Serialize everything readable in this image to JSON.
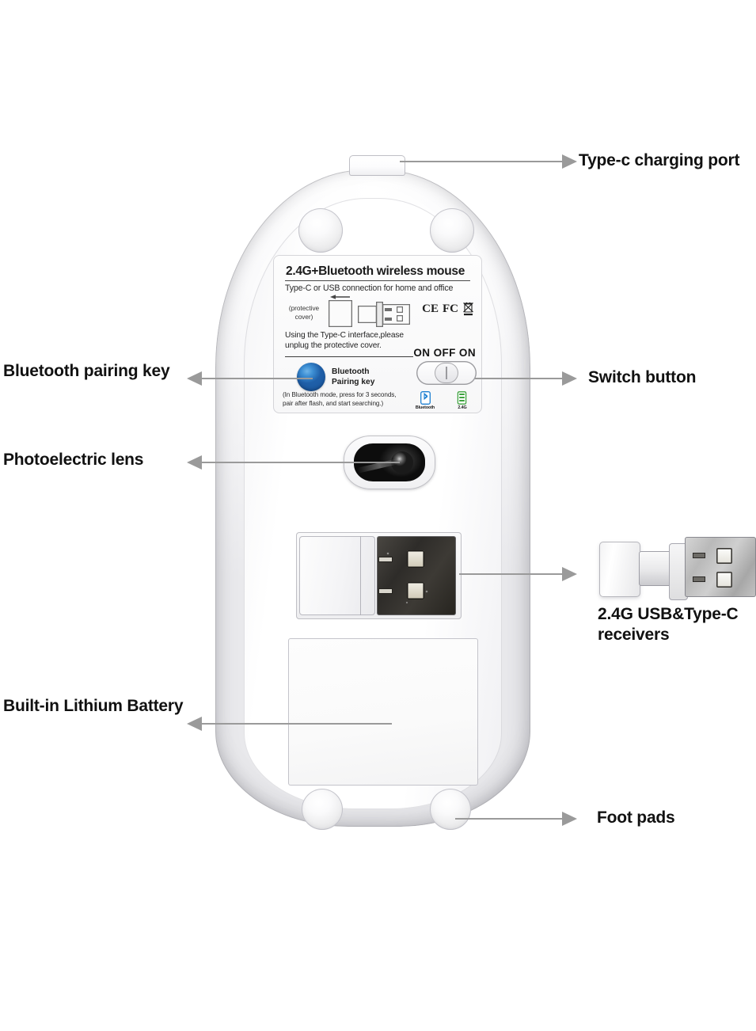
{
  "diagram": {
    "title": "2.4G+Bluetooth wireless mouse annotated underside diagram",
    "callouts": [
      {
        "id": "typec-charging-port",
        "label": "Type-c charging port",
        "side": "right"
      },
      {
        "id": "switch-button",
        "label": "Switch button",
        "side": "right"
      },
      {
        "id": "receivers",
        "label": "2.4G USB&Type-C receivers",
        "line1": "2.4G USB&Type-C",
        "line2": "receivers",
        "side": "right"
      },
      {
        "id": "foot-pads",
        "label": "Foot pads",
        "side": "right"
      },
      {
        "id": "bluetooth-pairing-key",
        "label": "Bluetooth pairing key",
        "side": "left"
      },
      {
        "id": "photoelectric-lens",
        "label": "Photoelectric lens",
        "side": "left"
      },
      {
        "id": "built-in-lithium-battery",
        "label": "Built-in Lithium Battery",
        "side": "left"
      }
    ]
  },
  "product_label": {
    "title": "2.4G+Bluetooth wireless mouse",
    "subtitle": "Type-C or USB connection for home and office",
    "protective_cover_caption": "(protective\ncover)",
    "protective_cover_line1": "(protective",
    "protective_cover_line2": "cover)",
    "instruction": "Using the Type-C interface,please\nunplug the protective cover.",
    "instruction_line1": "Using the Type-C interface,please",
    "instruction_line2": "unplug the protective cover.",
    "pairing_key_line1": "Bluetooth",
    "pairing_key_line2": "Pairing key",
    "pairing_note_line1": "(In Bluetooth mode, press for 3 seconds,",
    "pairing_note_line2": "pair after flash, and start searching.)",
    "switch_states": "ON  OFF ON",
    "certifications": [
      "CE",
      "FC"
    ],
    "weee_icon": "crossed-out-wheelie-bin-icon",
    "mode_icons": [
      {
        "name": "bluetooth-icon",
        "caption": "Bluetooth",
        "color": "#1d7fd1"
      },
      {
        "name": "signal-2g4-icon",
        "caption": "2.4G",
        "color": "#3fa33f"
      }
    ]
  },
  "colors": {
    "leader_line": "#9a9a9a",
    "text": "#111111",
    "bluetooth_blue": "#1d7fd1",
    "green_2g4": "#3fa33f",
    "pairing_button": "#3d8fd4",
    "background": "#ffffff"
  }
}
